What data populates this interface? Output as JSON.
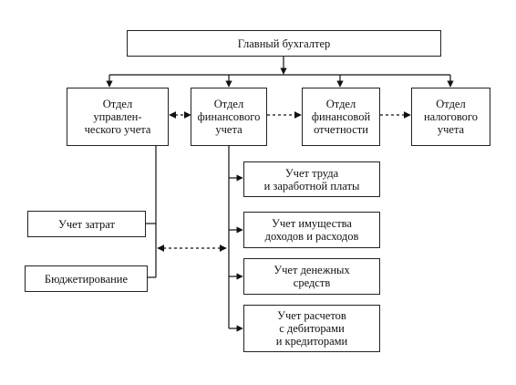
{
  "head": "Главный бухгалтер",
  "departments": [
    "Отдел\nуправлен-\nческого учета",
    "Отдел\nфинансового\nучета",
    "Отдел\nфинансовой\nотчетности",
    "Отдел\nналогового\nучета"
  ],
  "management_units": [
    "Учет затрат",
    "Бюджетирование"
  ],
  "financial_units": [
    "Учет труда\nи заработной платы",
    "Учет имущества\nдоходов и расходов",
    "Учет денежных\nсредств",
    "Учет расчетов\nс дебиторами\nи кредиторами"
  ]
}
